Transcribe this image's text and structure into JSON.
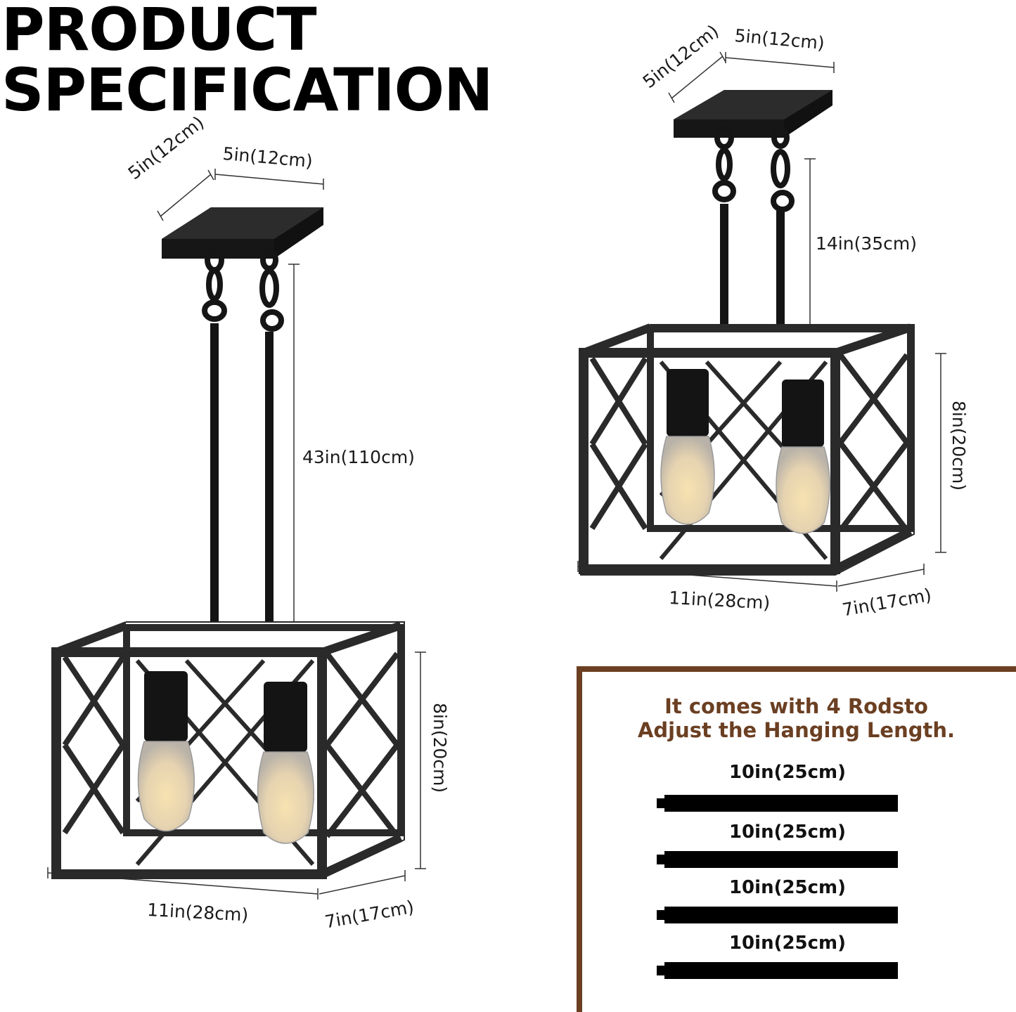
{
  "heading": {
    "line1": "PRODUCT",
    "line2": "SPECIFICATION"
  },
  "fixture_left": {
    "canopy_depth": "5in(12cm)",
    "canopy_width": "5in(12cm)",
    "hanging_length": "43in(110cm)",
    "height": "8in(20cm)",
    "width": "11in(28cm)",
    "depth": "7in(17cm)"
  },
  "fixture_right": {
    "canopy_depth": "5in(12cm)",
    "canopy_width": "5in(12cm)",
    "hanging_length": "14in(35cm)",
    "height": "8in(20cm)",
    "width": "11in(28cm)",
    "depth": "7in(17cm)"
  },
  "rods_panel": {
    "line1": "It comes with 4 Rodsto",
    "line2": "Adjust the Hanging Length.",
    "rods": [
      {
        "label": "10in(25cm)"
      },
      {
        "label": "10in(25cm)"
      },
      {
        "label": "10in(25cm)"
      },
      {
        "label": "10in(25cm)"
      }
    ]
  },
  "colors": {
    "frame": "#2a2a2a",
    "accent_border": "#6b3f22",
    "panel_text": "#6b3f22"
  }
}
